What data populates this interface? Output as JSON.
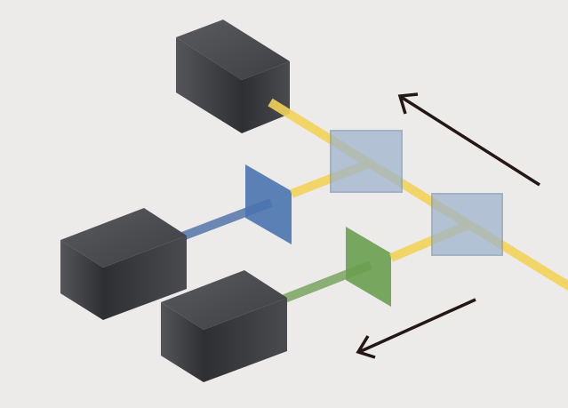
{
  "colors": {
    "background": "#ecebe9",
    "yellow_beam": "#f2d35a",
    "blue_beam": "#4a6fa8",
    "green_beam": "#6a9a4c",
    "blue_filter": "#4a74b0",
    "green_filter": "#6a9e50",
    "beam_splitter": "#9fb4cc",
    "box_dark": "#3a3b3d",
    "arrow": "#231815"
  },
  "elements": {
    "boxes": [
      "light-source-top",
      "light-source-left",
      "light-source-bottom"
    ],
    "filters": [
      "blue-dichroic-filter",
      "green-dichroic-filter"
    ],
    "beam_splitters": 2,
    "arrows": [
      "arrow-up-left",
      "arrow-down-left"
    ]
  }
}
